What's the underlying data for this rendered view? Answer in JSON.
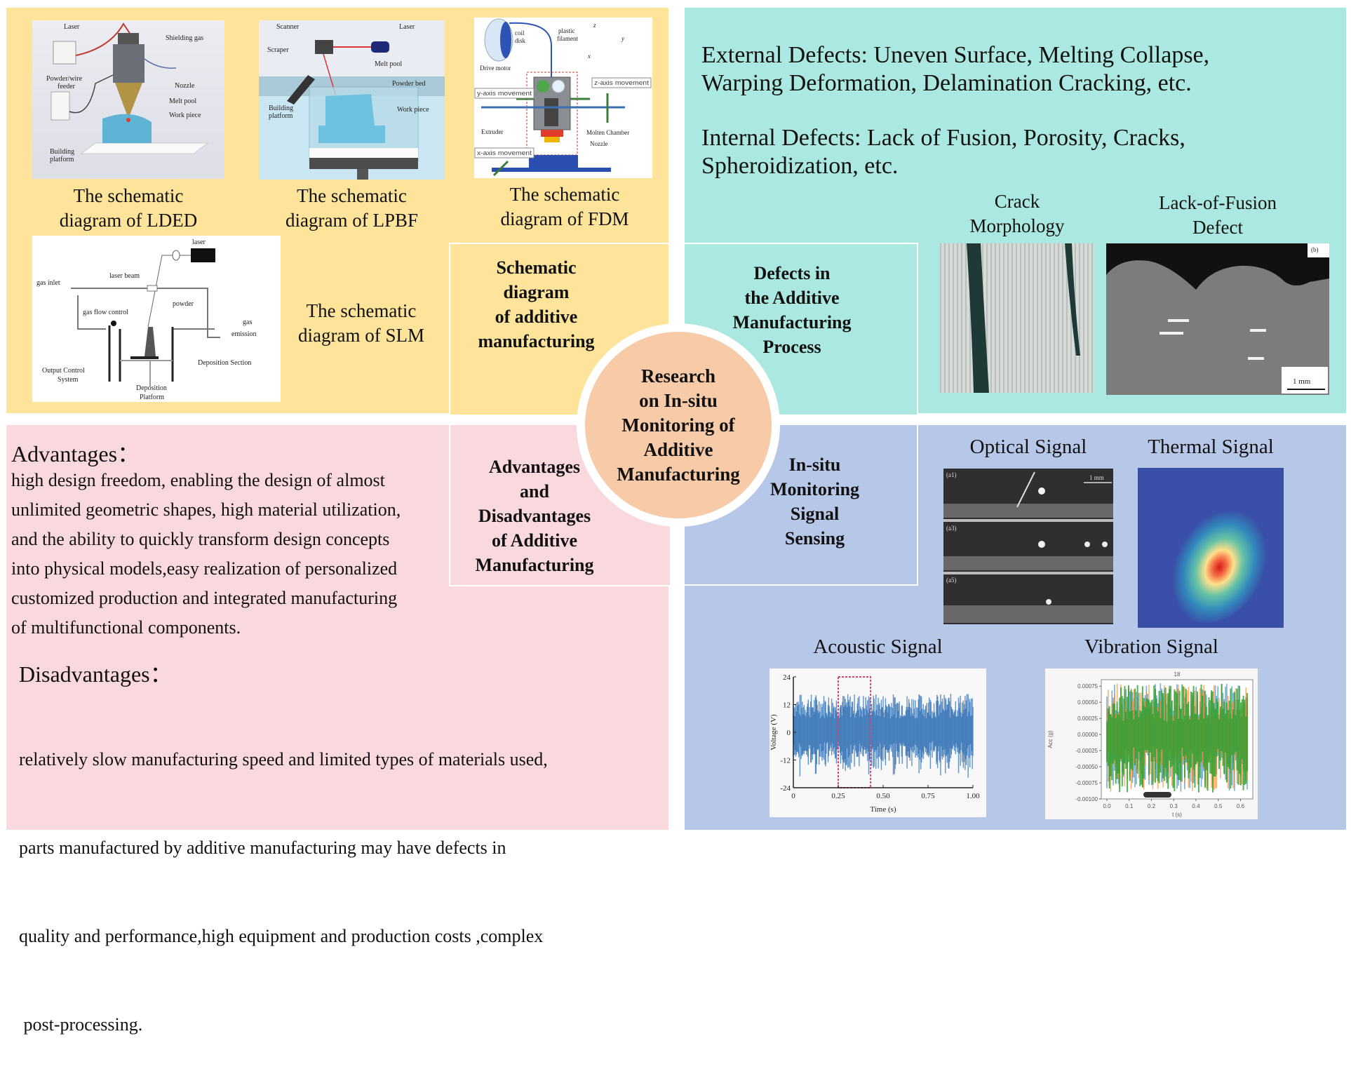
{
  "center": {
    "title": "Research on In-situ Monitoring of Additive Manufacturing",
    "lines": [
      "Research",
      "on In-situ",
      "Monitoring of",
      "Additive",
      "Manufacturing"
    ]
  },
  "colors": {
    "yellow": "#fde49a",
    "teal": "#abe8e2",
    "pink": "#f9d9de",
    "blue": "#b7c7e8",
    "circle": "#f7cba7"
  },
  "schematic": {
    "label_lines": [
      "Schematic",
      "diagram",
      "of additive",
      "manufacturing"
    ],
    "lded": {
      "caption_lines": [
        "The schematic",
        "diagram of LDED"
      ],
      "labels": {
        "laser": "Laser",
        "shielding_gas": "Shielding gas",
        "feeder_1": "Powder/wire",
        "feeder_2": "feeder",
        "nozzle": "Nozzle",
        "melt_pool": "Melt pool",
        "work_piece": "Work piece",
        "platform_1": "Building",
        "platform_2": "platform"
      }
    },
    "lpbf": {
      "caption_lines": [
        "The schematic",
        "diagram of LPBF"
      ],
      "labels": {
        "scanner": "Scanner",
        "laser": "Laser",
        "scraper": "Scraper",
        "melt_pool": "Melt pool",
        "powder_bed": "Powder bed",
        "platform_1": "Building",
        "platform_2": "platform",
        "work_piece": "Work piece"
      }
    },
    "fdm": {
      "caption_lines": [
        "The schematic",
        "diagram of FDM"
      ],
      "labels": {
        "coil_1": "coil",
        "coil_2": "disk",
        "filament_1": "plastic",
        "filament_2": "filament",
        "z": "z",
        "y": "y",
        "x": "x",
        "drive_motor": "Drive motor",
        "z_move": "z-axis movement",
        "y_move": "y-axis movement",
        "x_move": "x-axis movement",
        "extruder": "Extruder",
        "molten": "Molten Chamber",
        "nozzle": "Nozzle"
      }
    },
    "slm": {
      "caption_lines": [
        "The schematic",
        "diagram of SLM"
      ],
      "labels": {
        "laser": "laser",
        "laser_beam": "laser beam",
        "gas_inlet": "gas inlet",
        "gas_flow": "gas flow control",
        "powder": "powder",
        "gas_emission_1": "gas",
        "gas_emission_2": "emission",
        "deposition_section": "Deposition Section",
        "output_1": "Output Control",
        "output_2": "System",
        "platform_1": "Deposition",
        "platform_2": "Platform"
      }
    }
  },
  "defects": {
    "label_lines": [
      "Defects in",
      "the Additive",
      "Manufacturing",
      "Process"
    ],
    "external_lines": [
      "External Defects: Uneven Surface, Melting Collapse,",
      "Warping Deformation, Delamination Cracking, etc."
    ],
    "internal_lines": [
      "Internal Defects: Lack of Fusion, Porosity, Cracks,",
      "Spheroidization, etc."
    ],
    "crack": {
      "caption_lines": [
        "Crack",
        "Morphology"
      ]
    },
    "lack_of_fusion": {
      "caption_lines": [
        "Lack-of-Fusion",
        "Defect"
      ],
      "panel_tag": "(b)",
      "scale": "1 mm"
    }
  },
  "advantages": {
    "label_lines": [
      "Advantages",
      "and",
      "Disadvantages",
      "of Additive",
      "Manufacturing"
    ],
    "adv_heading": "Advantages：",
    "adv_lines": [
      "high design freedom, enabling the design of almost",
      "unlimited geometric shapes, high material utilization,",
      "and the ability to quickly transform design concepts",
      "into physical models,easy realization of personalized",
      "customized production and integrated manufacturing",
      "of multifunctional components."
    ],
    "dis_heading": "Disadvantages：",
    "dis_lines": [
      "relatively slow manufacturing speed and limited types of materials used,",
      "parts manufactured by additive manufacturing may have defects in",
      "quality and performance,high equipment and production costs ,complex",
      " post-processing."
    ]
  },
  "monitoring": {
    "label_lines": [
      "In-situ",
      "Monitoring",
      "Signal",
      "Sensing"
    ],
    "optical": {
      "title": "Optical Signal",
      "frames": [
        "(a1)",
        "(a3)",
        "(a5)"
      ],
      "scale": "1 mm"
    },
    "thermal": {
      "title": "Thermal Signal"
    },
    "acoustic": {
      "title": "Acoustic Signal"
    },
    "vibration": {
      "title": "Vibration Signal"
    }
  },
  "chart_data": [
    {
      "type": "line",
      "title": "Acoustic Signal",
      "xlabel": "Time (s)",
      "ylabel": "Voltage (V)",
      "xlim": [
        0,
        1.0
      ],
      "ylim": [
        -24,
        24
      ],
      "xticks": [
        "0",
        "0.25",
        "0.50",
        "0.75",
        "1.00"
      ],
      "yticks": [
        "24",
        "12",
        "0",
        "-12",
        "-24"
      ],
      "highlight_range": [
        0.25,
        0.43
      ],
      "series": [
        {
          "name": "voltage",
          "color": "#2f6fb5",
          "amplitude_approx": 12
        }
      ]
    },
    {
      "type": "line",
      "title": "Vibration Signal",
      "plot_title": "18",
      "xlabel": "t (s)",
      "ylabel": "Acc (g)",
      "xlim": [
        0.0,
        0.63
      ],
      "ylim": [
        -0.001,
        0.00085
      ],
      "xticks": [
        "0.0",
        "0.1",
        "0.2",
        "0.3",
        "0.4",
        "0.5",
        "0.6"
      ],
      "yticks": [
        "0.00075",
        "0.00050",
        "0.00025",
        "0.00000",
        "-0.00025",
        "-0.00050",
        "-0.00075",
        "-0.00100"
      ],
      "series": [
        {
          "name": "x",
          "color": "#1f77b4"
        },
        {
          "name": "y",
          "color": "#ff7f0e"
        },
        {
          "name": "z",
          "color": "#2ca02c"
        }
      ]
    }
  ]
}
